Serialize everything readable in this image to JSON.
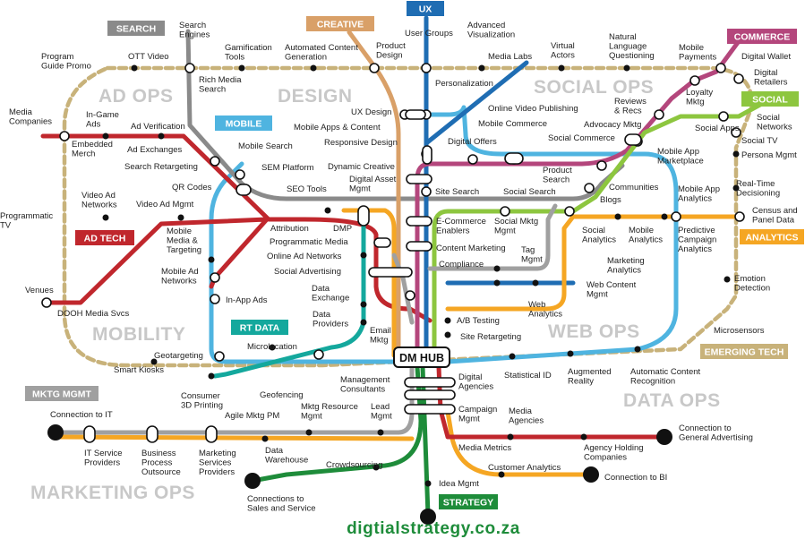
{
  "colors": {
    "ad_tech": "#c0272d",
    "mobile": "#4fb4e0",
    "search": "#8a8a8a",
    "creative": "#d9a068",
    "ux": "#1f6db3",
    "commerce": "#b4467c",
    "social": "#8dc63f",
    "analytics": "#f5a623",
    "rt_data": "#14a89d",
    "mktg_mgmt": "#a0a0a0",
    "strategy": "#1e8c3a",
    "emerging": "#c8b27a",
    "zone_text": "#c8c8c8"
  },
  "zones": {
    "ad_ops": "AD OPS",
    "design": "DESIGN",
    "social_ops": "SOCIAL OPS",
    "mobility": "MOBILITY",
    "web_ops": "WEB OPS",
    "data_ops": "DATA OPS",
    "marketing_ops": "MARKETING OPS"
  },
  "tags": {
    "search": "SEARCH",
    "creative": "CREATIVE",
    "ux": "UX",
    "commerce": "COMMERCE",
    "social": "SOCIAL",
    "mobile": "MOBILE",
    "ad_tech": "AD TECH",
    "analytics": "ANALYTICS",
    "rt_data": "RT DATA",
    "emerging_tech": "EMERGING TECH",
    "mktg_mgmt": "MKTG MGMT",
    "strategy": "STRATEGY"
  },
  "hub": "DM HUB",
  "site": "digtialstrategy.co.za",
  "labels": {
    "search_engines": [
      "Search",
      "Engines"
    ],
    "gamification_tools": [
      "Gamification",
      "Tools"
    ],
    "automated_content_generation": [
      "Automated Content",
      "Generation"
    ],
    "product_design": [
      "Product",
      "Design"
    ],
    "user_groups": [
      "User Groups"
    ],
    "advanced_visualization": [
      "Advanced",
      "Visualization"
    ],
    "natural_language_questioning": [
      "Natural",
      "Language",
      "Questioning"
    ],
    "mobile_payments": [
      "Mobile",
      "Payments"
    ],
    "digital_wallet": [
      "Digital Wallet"
    ],
    "program_guide_promo": [
      "Program",
      "Guide Promo"
    ],
    "ott_video": [
      "OTT Video"
    ],
    "rich_media_search": [
      "Rich Media",
      "Search"
    ],
    "media_labs": [
      "Media Labs"
    ],
    "virtual_actors": [
      "Virtual",
      "Actors"
    ],
    "digital_retailers": [
      "Digital",
      "Retailers"
    ],
    "media_companies": [
      "Media",
      "Companies"
    ],
    "in_game_ads": [
      "In-Game",
      "Ads"
    ],
    "ad_verification": [
      "Ad Verification"
    ],
    "personalization": [
      "Personalization"
    ],
    "online_video_publishing": [
      "Online Video Publishing"
    ],
    "loyalty_mktg": [
      "Loyalty",
      "Mktg"
    ],
    "reviews_recs": [
      "Reviews",
      "& Recs"
    ],
    "social_networks": [
      "Social",
      "Networks"
    ],
    "ux_design": [
      "UX Design"
    ],
    "advocacy_mktg": [
      "Advocacy Mktg"
    ],
    "social_apps": [
      "Social Apps"
    ],
    "embedded_merch": [
      "Embedded",
      "Merch"
    ],
    "ad_exchanges": [
      "Ad Exchanges"
    ],
    "mobile_apps_content": [
      "Mobile Apps & Content"
    ],
    "mobile_commerce": [
      "Mobile Commerce"
    ],
    "social_commerce": [
      "Social Commerce"
    ],
    "social_tv": [
      "Social TV"
    ],
    "mobile_search": [
      "Mobile Search"
    ],
    "responsive_design": [
      "Responsive Design"
    ],
    "digital_offers": [
      "Digital Offers"
    ],
    "search_retargeting": [
      "Search Retargeting"
    ],
    "sem_platform": [
      "SEM Platform"
    ],
    "dynamic_creative": [
      "Dynamic Creative"
    ],
    "mobile_app_marketplace": [
      "Mobile App",
      "Marketplace"
    ],
    "persona_mgmt": [
      "Persona Mgmt"
    ],
    "product_search": [
      "Product",
      "Search"
    ],
    "digital_asset_mgmt": [
      "Digital Asset",
      "Mgmt"
    ],
    "communities": [
      "Communities"
    ],
    "qr_codes": [
      "QR Codes"
    ],
    "seo_tools": [
      "SEO Tools"
    ],
    "site_search": [
      "Site Search"
    ],
    "social_search": [
      "Social Search"
    ],
    "blogs": [
      "Blogs"
    ],
    "mobile_app_analytics": [
      "Mobile App",
      "Analytics"
    ],
    "real_time_decisioning": [
      "Real-Time",
      "Decisioning"
    ],
    "video_ad_networks": [
      "Video Ad",
      "Networks"
    ],
    "video_ad_mgmt": [
      "Video Ad Mgmt"
    ],
    "census_panel_data": [
      "Census and",
      "Panel Data"
    ],
    "programmatic_tv": [
      "Programmatic",
      "TV"
    ],
    "ecommerce_enablers": [
      "E-Commerce",
      "Enablers"
    ],
    "social_mktg_mgmt": [
      "Social Mktg",
      "Mgmt"
    ],
    "mobile_media_targeting": [
      "Mobile",
      "Media &",
      "Targeting"
    ],
    "attribution": [
      "Attribution"
    ],
    "dmp": [
      "DMP"
    ],
    "social_analytics": [
      "Social",
      "Analytics"
    ],
    "mobile_analytics": [
      "Mobile",
      "Analytics"
    ],
    "predictive_campaign_analytics": [
      "Predictive",
      "Campaign",
      "Analytics"
    ],
    "programmatic_media": [
      "Programmatic Media"
    ],
    "content_marketing": [
      "Content Marketing"
    ],
    "tag_mgmt": [
      "Tag",
      "Mgmt"
    ],
    "online_ad_networks": [
      "Online Ad Networks"
    ],
    "compliance": [
      "Compliance"
    ],
    "marketing_analytics": [
      "Marketing",
      "Analytics"
    ],
    "mobile_ad_networks": [
      "Mobile Ad",
      "Networks"
    ],
    "social_advertising": [
      "Social Advertising"
    ],
    "venues": [
      "Venues"
    ],
    "data_exchange": [
      "Data",
      "Exchange"
    ],
    "web_content_mgmt": [
      "Web Content",
      "Mgmt"
    ],
    "emotion_detection": [
      "Emotion",
      "Detection"
    ],
    "in_app_ads": [
      "In-App Ads"
    ],
    "dooh_media_svcs": [
      "DOOH Media Svcs"
    ],
    "data_providers": [
      "Data",
      "Providers"
    ],
    "web_analytics": [
      "Web",
      "Analytics"
    ],
    "ab_testing": [
      "A/B Testing"
    ],
    "email_mktg": [
      "Email",
      "Mktg"
    ],
    "site_retargeting": [
      "Site Retargeting"
    ],
    "microsensors": [
      "Microsensors"
    ],
    "microlocation": [
      "Microlocation"
    ],
    "geotargeting": [
      "Geotargeting"
    ],
    "smart_kiosks": [
      "Smart Kiosks"
    ],
    "statistical_id": [
      "Statistical ID"
    ],
    "augmented_reality": [
      "Augmented",
      "Reality"
    ],
    "automatic_content_recognition": [
      "Automatic Content",
      "Recognition"
    ],
    "management_consultants": [
      "Management",
      "Consultants"
    ],
    "digital_agencies": [
      "Digital",
      "Agencies"
    ],
    "consumer_3d_printing": [
      "Consumer",
      "3D Printing"
    ],
    "geofencing": [
      "Geofencing"
    ],
    "connection_to_it": [
      "Connection to IT"
    ],
    "agile_mktg_pm": [
      "Agile Mktg PM"
    ],
    "mktg_resource_mgmt": [
      "Mktg Resource",
      "Mgmt"
    ],
    "lead_mgmt": [
      "Lead",
      "Mgmt"
    ],
    "campaign_mgmt": [
      "Campaign",
      "Mgmt"
    ],
    "media_agencies": [
      "Media",
      "Agencies"
    ],
    "connection_to_general_advertising": [
      "Connection to",
      "General Advertising"
    ],
    "it_service_providers": [
      "IT Service",
      "Providers"
    ],
    "business_process_outsource": [
      "Business",
      "Process",
      "Outsource"
    ],
    "marketing_services_providers": [
      "Marketing",
      "Services",
      "Providers"
    ],
    "data_warehouse": [
      "Data",
      "Warehouse"
    ],
    "media_metrics": [
      "Media Metrics"
    ],
    "agency_holding_companies": [
      "Agency Holding",
      "Companies"
    ],
    "crowdsourcing": [
      "Crowdsourcing"
    ],
    "customer_analytics": [
      "Customer Analytics"
    ],
    "connection_to_bi": [
      "Connection to BI"
    ],
    "connections_to_sales_service": [
      "Connections to",
      "Sales and Service"
    ],
    "idea_mgmt": [
      "Idea Mgmt"
    ]
  }
}
